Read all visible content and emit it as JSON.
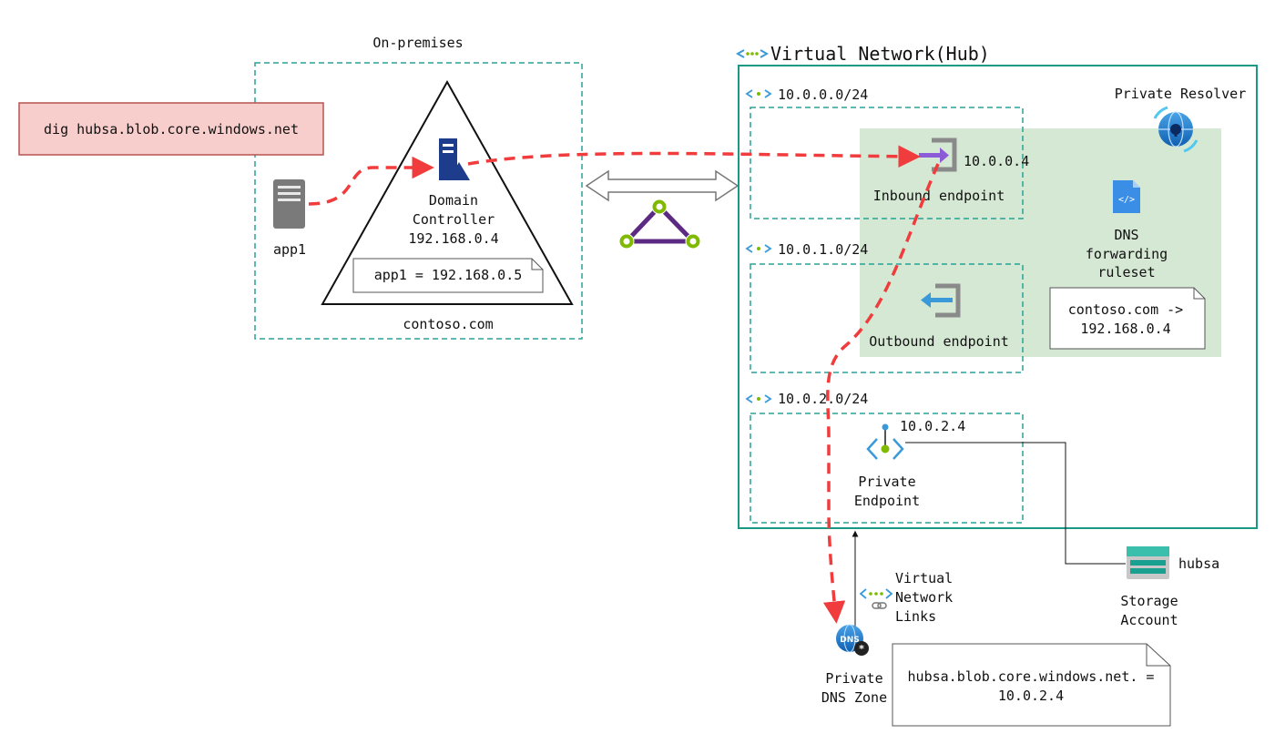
{
  "command": "dig hubsa.blob.core.windows.net",
  "onprem": {
    "title": "On-premises",
    "app_label": "app1",
    "dc_label_1": "Domain",
    "dc_label_2": "Controller",
    "dc_ip": "192.168.0.4",
    "record": "app1 = 192.168.0.5",
    "domain": "contoso.com"
  },
  "hub": {
    "title": "Virtual Network(Hub)",
    "subnet1": "10.0.0.0/24",
    "subnet2": "10.0.1.0/24",
    "subnet3": "10.0.2.0/24",
    "inbound_ip": "10.0.0.4",
    "inbound_label": "Inbound endpoint",
    "outbound_label": "Outbound endpoint",
    "resolver_label": "Private Resolver",
    "ruleset_1": "DNS",
    "ruleset_2": "forwarding",
    "ruleset_3": "ruleset",
    "rule_1": "contoso.com ->",
    "rule_2": "192.168.0.4",
    "pe_ip": "10.0.2.4",
    "pe_1": "Private",
    "pe_2": "Endpoint"
  },
  "storage": {
    "name": "hubsa",
    "label_1": "Storage",
    "label_2": "Account"
  },
  "vnet_links": {
    "l1": "Virtual",
    "l2": "Network",
    "l3": "Links"
  },
  "dns_zone": {
    "l1": "Private",
    "l2": "DNS Zone",
    "icon_text": "DNS",
    "record_1": "hubsa.blob.core.windows.net. =",
    "record_2": "10.0.2.4"
  },
  "colors": {
    "dashed_border": "#2aa198",
    "hub_border": "#1a9a86",
    "resolver_bg": "#d5e8d4",
    "flow_red": "#f03c3c",
    "command_bg": "#f8cecc",
    "command_border": "#b85450",
    "dc_blue": "#1e3c8c",
    "peering_purple": "#5c2a82",
    "peering_green": "#7fba00"
  }
}
